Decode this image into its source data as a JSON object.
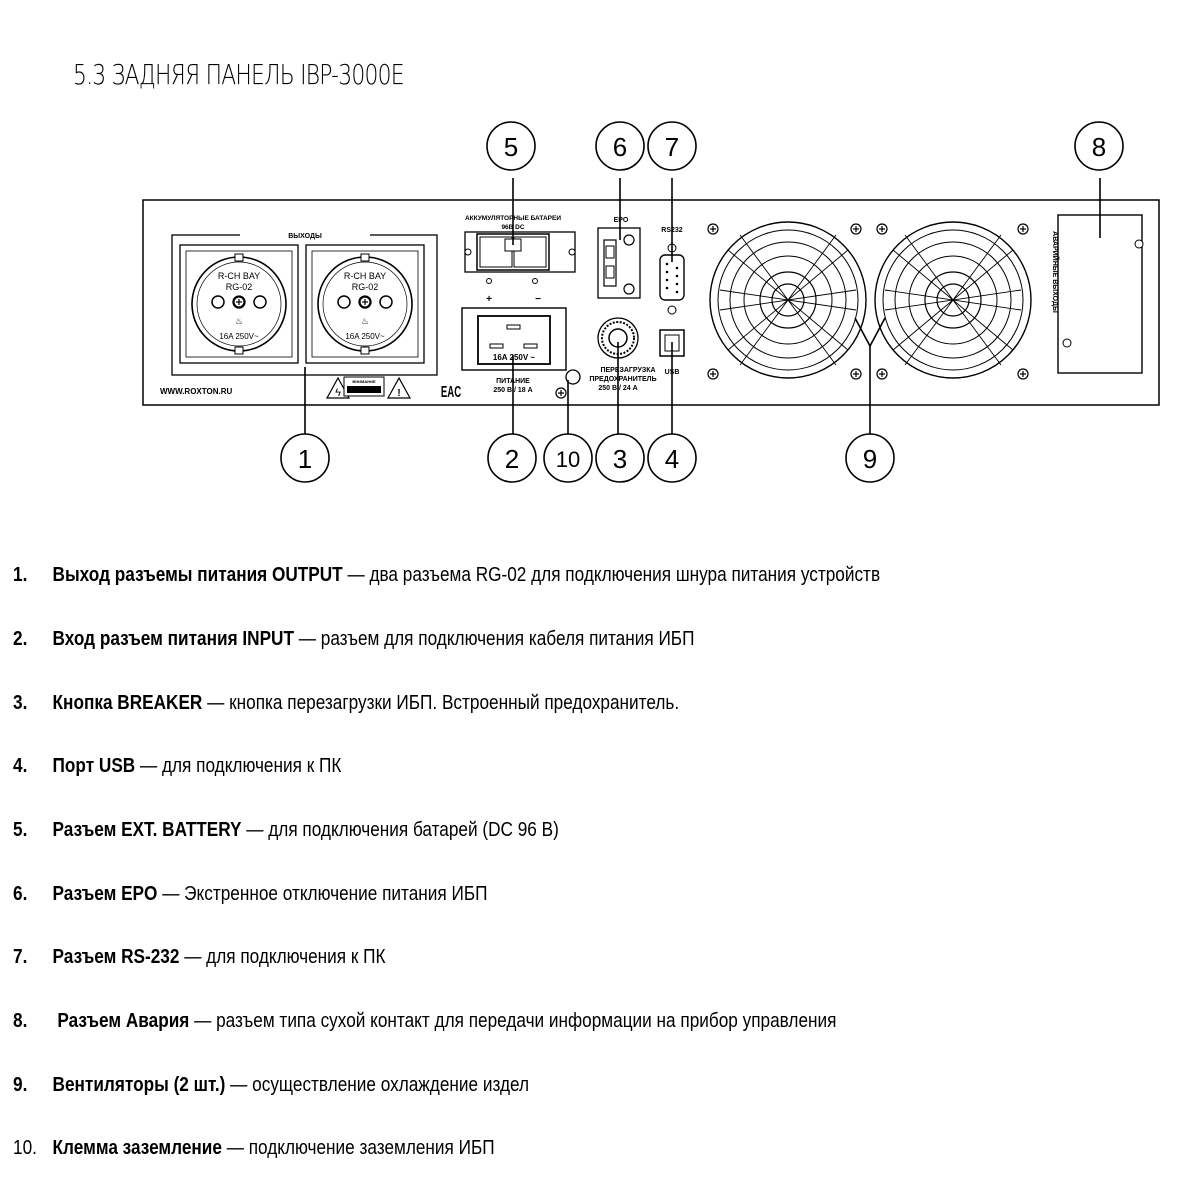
{
  "title": "5.3 ЗАДНЯЯ ПАНЕЛЬ  IBP-3000E",
  "panel": {
    "outputs_label": "ВЫХОДЫ",
    "socket_brand": "R-CH  BAY",
    "socket_model": "RG-02",
    "socket_rating": "16A  250V~",
    "website": "WWW.ROXTON.RU",
    "warning_label": "ВНИМАНИЕ",
    "eac_mark": "EAC",
    "battery_label_1": "АККУМУЛЯТОРНЫЕ БАТАРЕИ",
    "battery_label_2": "96В DC",
    "plus": "+",
    "minus": "−",
    "input_rating": "16A  250V ~",
    "input_label_1": "ПИТАНИЕ",
    "input_label_2": "250 В / 18 А",
    "epo_label": "EPO",
    "rs232_label": "RS232",
    "usb_label": "USB",
    "breaker_label_1": "ПЕРЕЗАГРУЗКА",
    "breaker_label_2": "ПРЕДОХРАНИТЕЛЬ",
    "breaker_label_3": "250 В / 24 А",
    "alarm_label": "АВАРИЙНЫЕ ВЫХОДЫ"
  },
  "callouts": {
    "c1": "1",
    "c2": "2",
    "c3": "3",
    "c4": "4",
    "c5": "5",
    "c6": "6",
    "c7": "7",
    "c8": "8",
    "c9": "9",
    "c10": "10"
  },
  "items": [
    {
      "num": "1.",
      "bold": "Выход разъемы питания OUTPUT ",
      "text": " — два разъема RG-02 для подключения шнура питания устройств"
    },
    {
      "num": "2.",
      "bold": "Вход разъем питания INPUT",
      "text": " — разъем для подключения кабеля питания ИБП"
    },
    {
      "num": "3.",
      "bold": "Кнопка BREAKER",
      "text": " — кнопка перезагрузки ИБП. Встроенный предохранитель."
    },
    {
      "num": "4.",
      "bold": "Порт USB",
      "text": " — для подключения к ПК"
    },
    {
      "num": "5.",
      "bold": "Разъем EXT. BATTERY",
      "text": " — для подключения батарей (DC 96 В)"
    },
    {
      "num": "6.",
      "bold": "Разъем EPO",
      "text": " — Экстренное отключение питания ИБП"
    },
    {
      "num": "7.",
      "bold": "Разъем RS-232",
      "text": " — для подключения к ПК"
    },
    {
      "num": "8.",
      "bold": " Разъем Авария",
      "text": " —  разъем типа сухой контакт для передачи информации на прибор управления"
    },
    {
      "num": "9.",
      "bold": "Вентиляторы (2 шт.)",
      "text": " — осуществление охлаждение издел"
    },
    {
      "num": "10.",
      "bold": "Клемма заземление",
      "text": "  —  подключение заземления ИБП"
    }
  ]
}
